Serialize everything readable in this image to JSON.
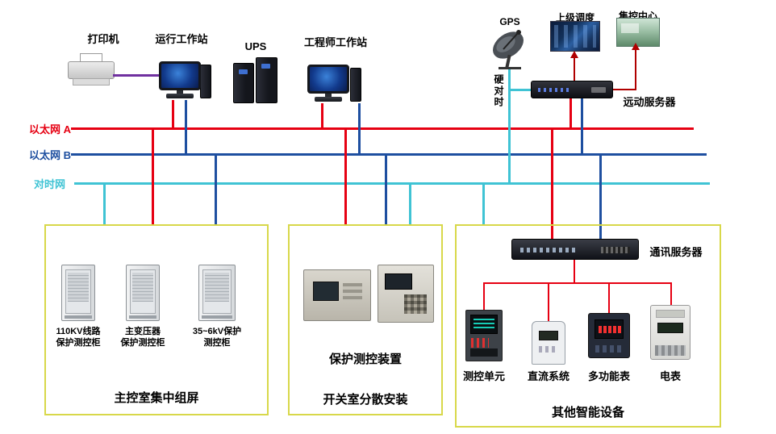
{
  "colors": {
    "bus_a": "#e60012",
    "bus_b": "#1e4fa0",
    "time_net": "#3fc3d4",
    "printer_link": "#7030a0",
    "uplink": "#b00000",
    "box_border": "#d8d84a",
    "inner_link": "#e60012"
  },
  "buses": {
    "a_label": "以太网 A",
    "b_label": "以太网 B",
    "time_label": "对时网"
  },
  "top_devices": {
    "printer_label": "打印机",
    "operator_ws_label": "运行工作站",
    "ups_label": "UPS",
    "engineer_ws_label": "工程师工作站",
    "gps_label": "GPS",
    "hard_time_sync_label": "硬对时",
    "upper_dispatch_label": "上级调度",
    "central_control_label": "集控中心",
    "telecontrol_server_label": "远动服务器"
  },
  "panel_room": {
    "cabinets": [
      {
        "line1": "110KV线路",
        "line2": "保护测控柜"
      },
      {
        "line1": "主变压器",
        "line2": "保护测控柜"
      },
      {
        "line1": "35~6kV保护",
        "line2": "测控柜"
      }
    ],
    "title": "主控室集中组屏"
  },
  "switch_room": {
    "device_label": "保护测控装置",
    "title": "开关室分散安装"
  },
  "smart_devices": {
    "comm_server_label": "通讯服务器",
    "units": [
      {
        "label": "测控单元"
      },
      {
        "label": "直流系统"
      },
      {
        "label": "多功能表"
      },
      {
        "label": "电表"
      }
    ],
    "title": "其他智能设备"
  }
}
